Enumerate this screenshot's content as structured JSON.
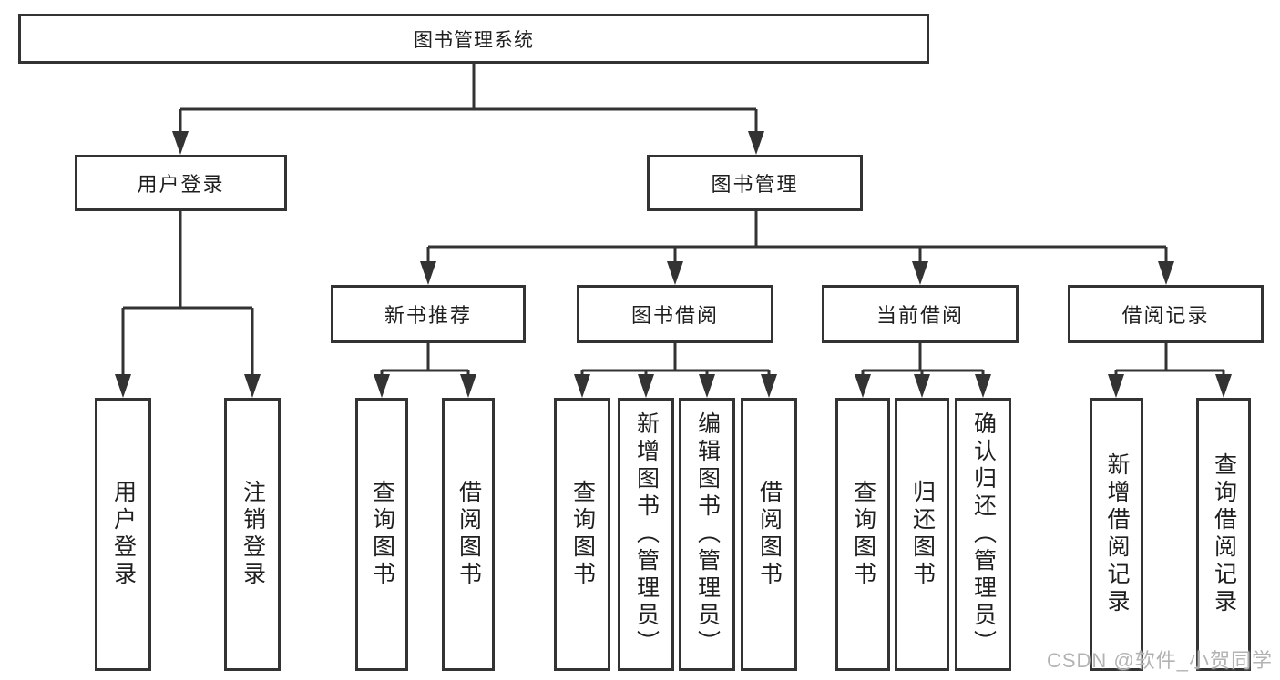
{
  "diagram_type": "functional-hierarchy-tree",
  "tree": {
    "label": "图书管理系统",
    "children": [
      {
        "label": "用户登录",
        "children": [
          {
            "label": "用户登录"
          },
          {
            "label": "注销登录"
          }
        ]
      },
      {
        "label": "图书管理",
        "children": [
          {
            "label": "新书推荐",
            "children": [
              {
                "label": "查询图书"
              },
              {
                "label": "借阅图书"
              }
            ]
          },
          {
            "label": "图书借阅",
            "children": [
              {
                "label": "查询图书"
              },
              {
                "label": "新增图书（管理员）"
              },
              {
                "label": "编辑图书（管理员）"
              },
              {
                "label": "借阅图书"
              }
            ]
          },
          {
            "label": "当前借阅",
            "children": [
              {
                "label": "查询图书"
              },
              {
                "label": "归还图书"
              },
              {
                "label": "确认归还（管理员）"
              }
            ]
          },
          {
            "label": "借阅记录",
            "children": [
              {
                "label": "新增借阅记录"
              },
              {
                "label": "查询借阅记录"
              }
            ]
          }
        ]
      }
    ]
  },
  "watermark": "CSDN @软件_小贺同学",
  "colors": {
    "line": "#333333",
    "text": "#1f1f1f",
    "background": "#ffffff",
    "watermark": "#b3b3b3"
  }
}
